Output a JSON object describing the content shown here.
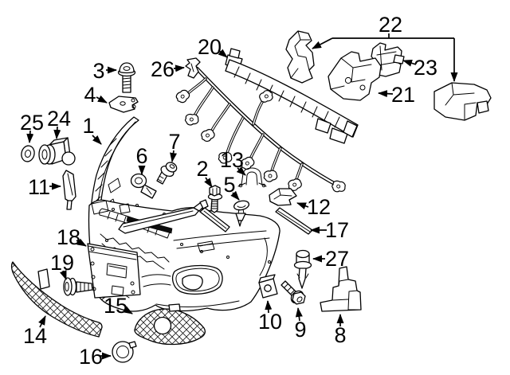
{
  "diagram": {
    "kind": "exploded-parts-diagram",
    "subject": "front-bumper-assembly",
    "background_color": "#ffffff",
    "line_color": "#000000",
    "callouts": [
      {
        "label": "1",
        "points_to": "bumper-upper-reinforcement"
      },
      {
        "label": "2",
        "points_to": "hex-bolt"
      },
      {
        "label": "3",
        "points_to": "screw"
      },
      {
        "label": "4",
        "points_to": "small-bracket"
      },
      {
        "label": "5",
        "points_to": "push-clip"
      },
      {
        "label": "6",
        "points_to": "retainer-clip"
      },
      {
        "label": "7",
        "points_to": "screw"
      },
      {
        "label": "8",
        "points_to": "support-bracket"
      },
      {
        "label": "9",
        "points_to": "screw"
      },
      {
        "label": "10",
        "points_to": "clip-nut"
      },
      {
        "label": "11",
        "points_to": "blade-bracket"
      },
      {
        "label": "12",
        "points_to": "corner-bracket"
      },
      {
        "label": "13",
        "points_to": "u-bracket"
      },
      {
        "label": "14",
        "points_to": "center-mesh-grille"
      },
      {
        "label": "15",
        "points_to": "fog-lamp-grille"
      },
      {
        "label": "16",
        "points_to": "trim-ring"
      },
      {
        "label": "17",
        "points_to": "trim-strip"
      },
      {
        "label": "18",
        "points_to": "license-plate-bracket"
      },
      {
        "label": "19",
        "points_to": "screw"
      },
      {
        "label": "20",
        "points_to": "energy-absorber-bar"
      },
      {
        "label": "21",
        "points_to": "mount-bracket"
      },
      {
        "label": "22",
        "points_to": "impact-absorber-pair"
      },
      {
        "label": "23",
        "points_to": "rail-bracket"
      },
      {
        "label": "24",
        "points_to": "parking-sensor"
      },
      {
        "label": "25",
        "points_to": "grommet"
      },
      {
        "label": "26",
        "points_to": "harness-clip"
      },
      {
        "label": "27",
        "points_to": "guide-pin"
      }
    ]
  }
}
